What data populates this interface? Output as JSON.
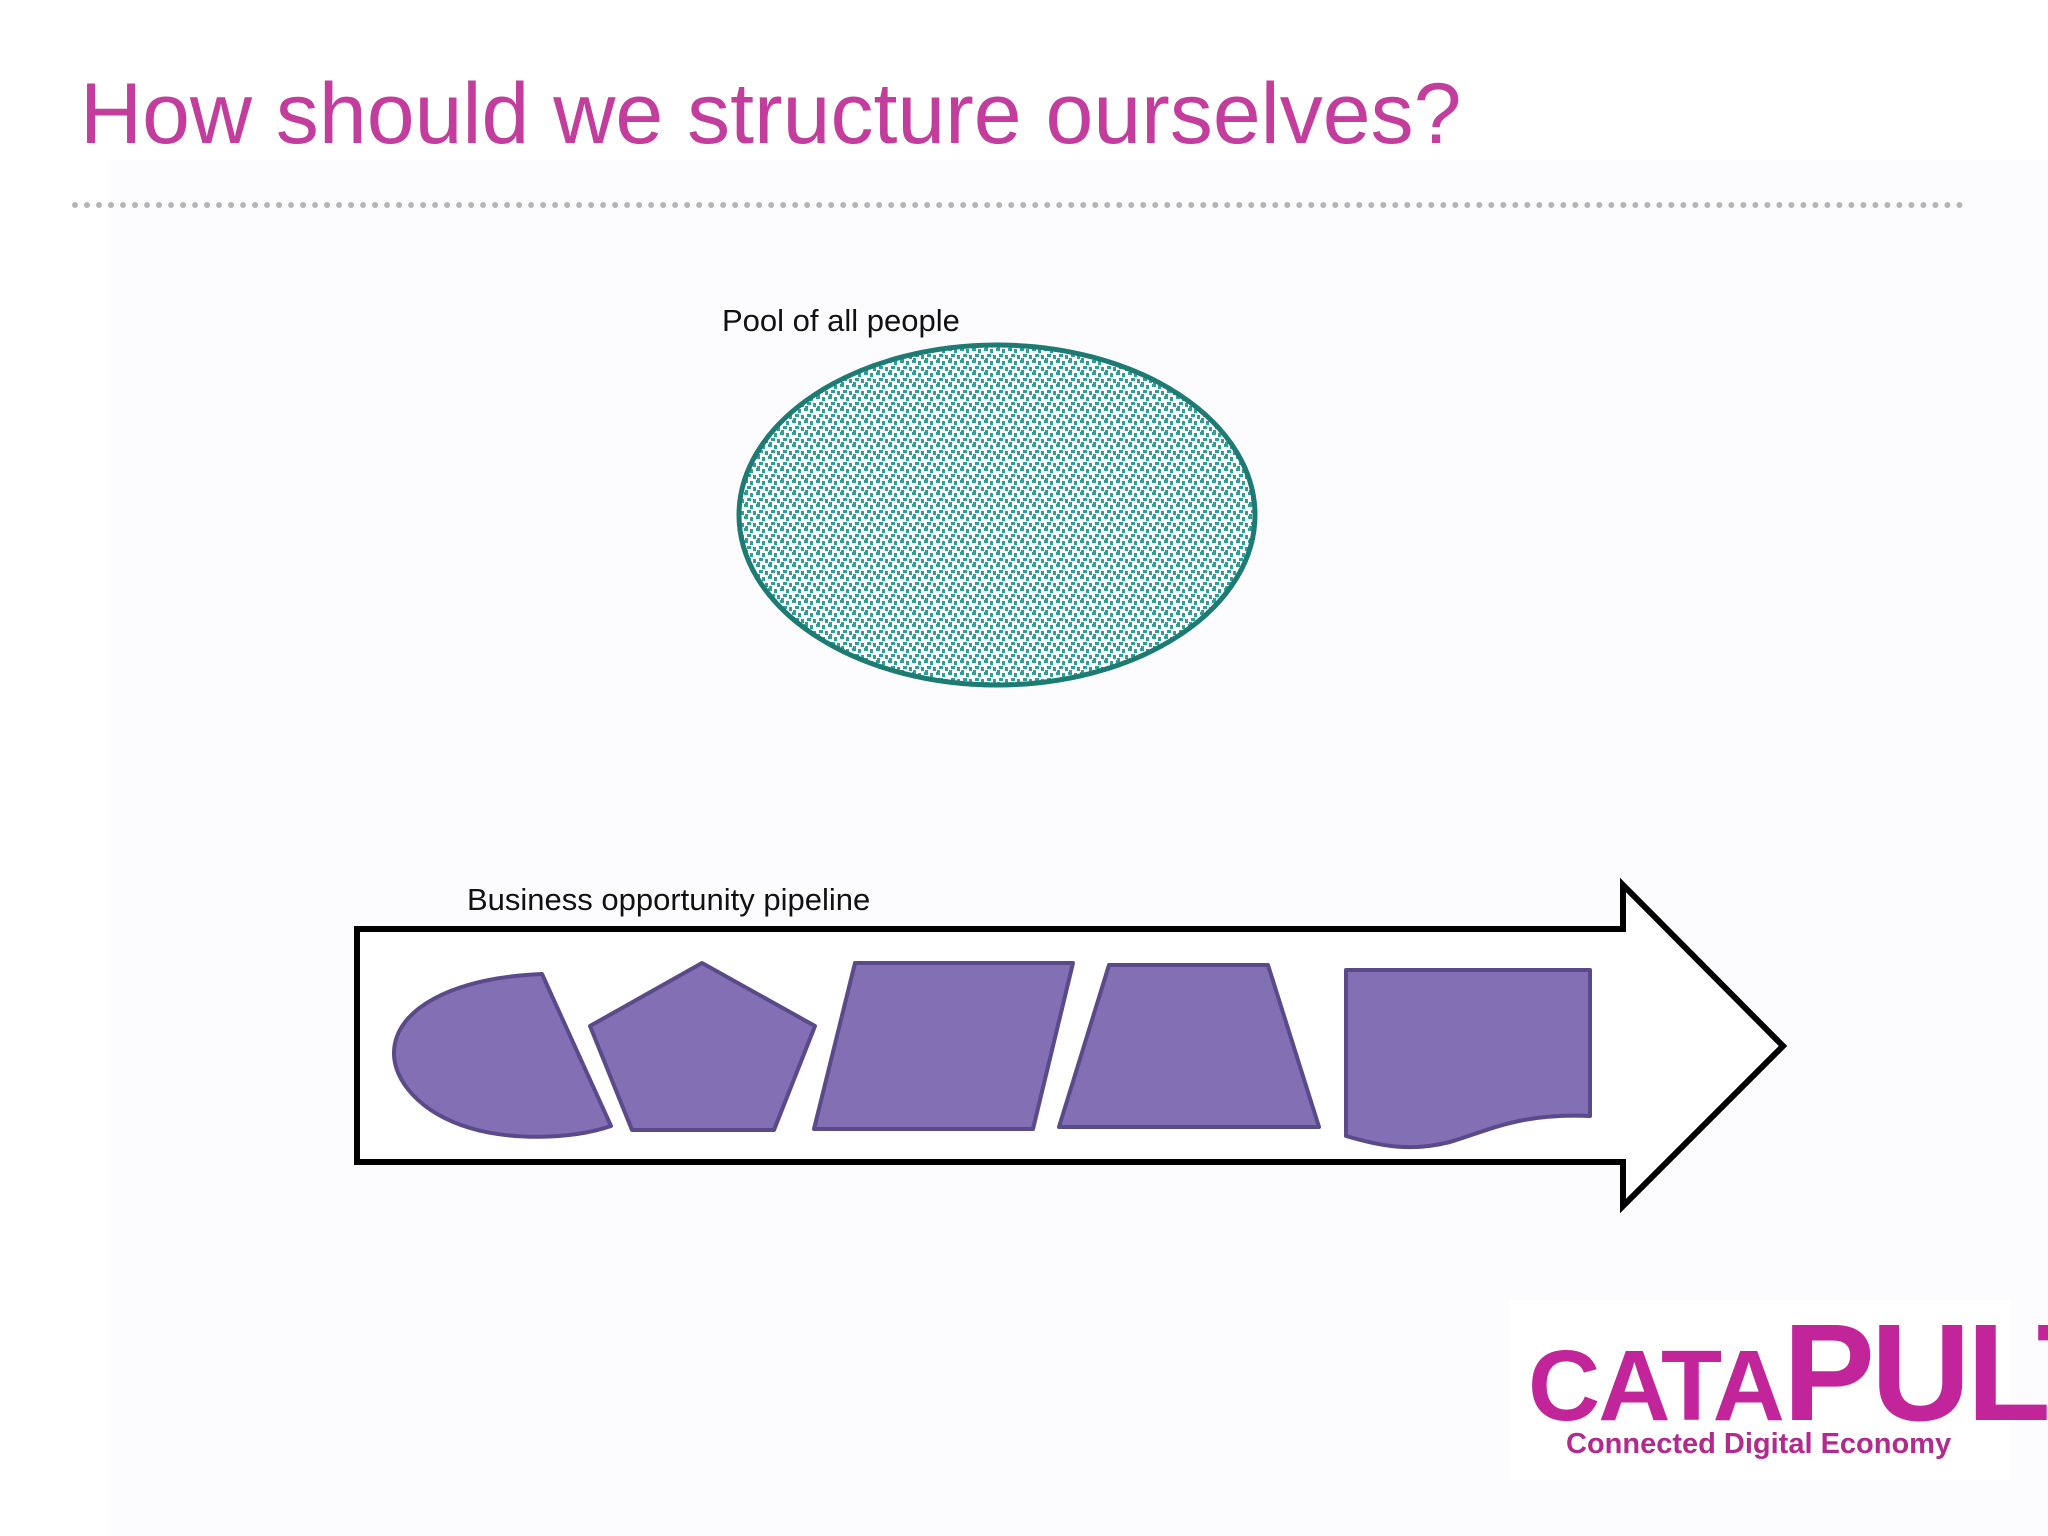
{
  "slide": {
    "title": "How should we structure ourselves?"
  },
  "pool": {
    "label": "Pool of all people",
    "fill_color": "#2f9f95",
    "border_color": "#1d7b73"
  },
  "pipeline": {
    "label": "Business opportunity pipeline",
    "arrow_stroke": "#000000",
    "shape_fill": "#826fb4",
    "shape_stroke": "#5b4a8a",
    "shapes": [
      "half-ellipse",
      "pentagon",
      "parallelogram",
      "trapezoid",
      "document"
    ]
  },
  "logo": {
    "word_small_1": "CA",
    "word_small_2": "TA",
    "word_big": "PULT",
    "tagline": "Connected Digital Economy",
    "color": "#c2249a"
  }
}
